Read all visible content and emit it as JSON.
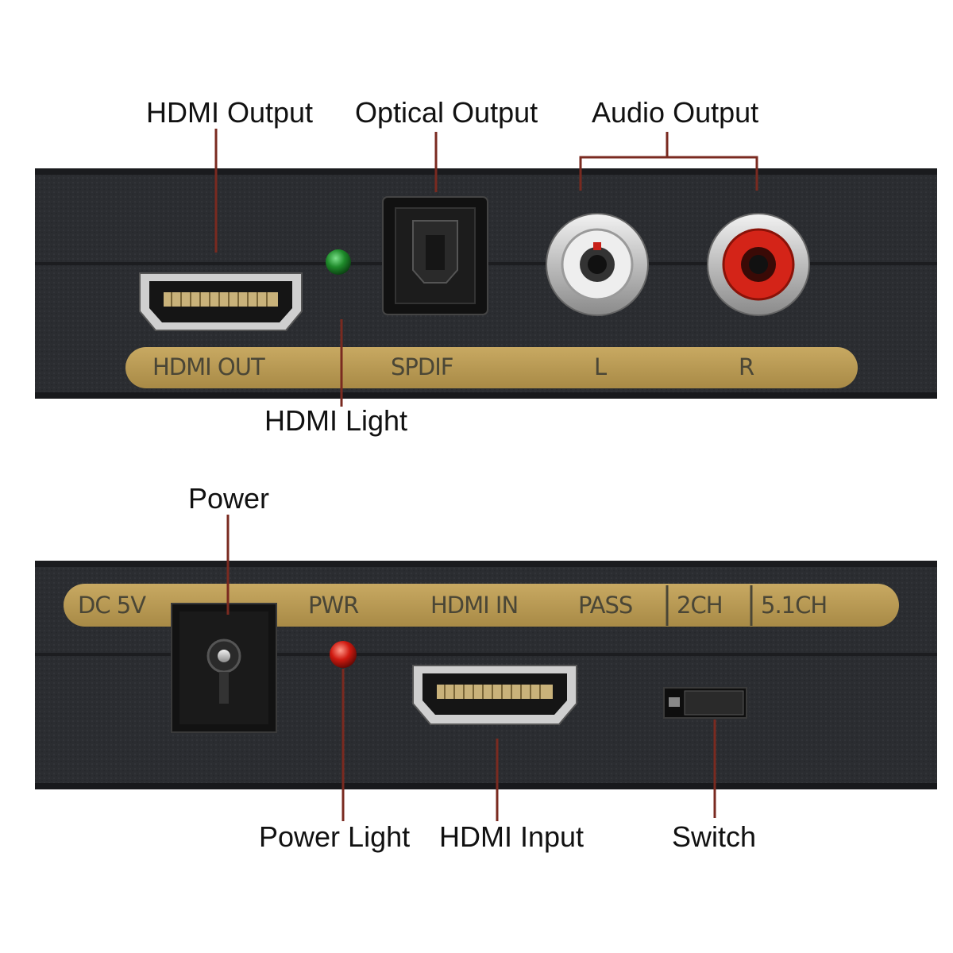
{
  "top_panel": {
    "callouts": {
      "hdmi_output": "HDMI Output",
      "optical_output": "Optical Output",
      "audio_output": "Audio Output",
      "hdmi_light": "HDMI Light"
    },
    "labels": {
      "hdmi_out": "HDMI OUT",
      "spdif": "SPDIF",
      "left": "L",
      "right": "R"
    }
  },
  "bottom_panel": {
    "callouts": {
      "power": "Power",
      "power_light": "Power Light",
      "hdmi_input": "HDMI Input",
      "switch": "Switch"
    },
    "labels": {
      "dc_5v": "DC 5V",
      "pwr": "PWR",
      "hdmi_in": "HDMI IN",
      "pass": "PASS",
      "ch2": "2CH",
      "ch51": "5.1CH"
    }
  },
  "colors": {
    "device_body": "#2a2c30",
    "label_strip": "#b89a52",
    "leader_line": "#7a2a20",
    "hdmi_led": "#1e8a2a",
    "power_led": "#d01a10",
    "rca_left": "#e6e6e6",
    "rca_right": "#d42418"
  }
}
